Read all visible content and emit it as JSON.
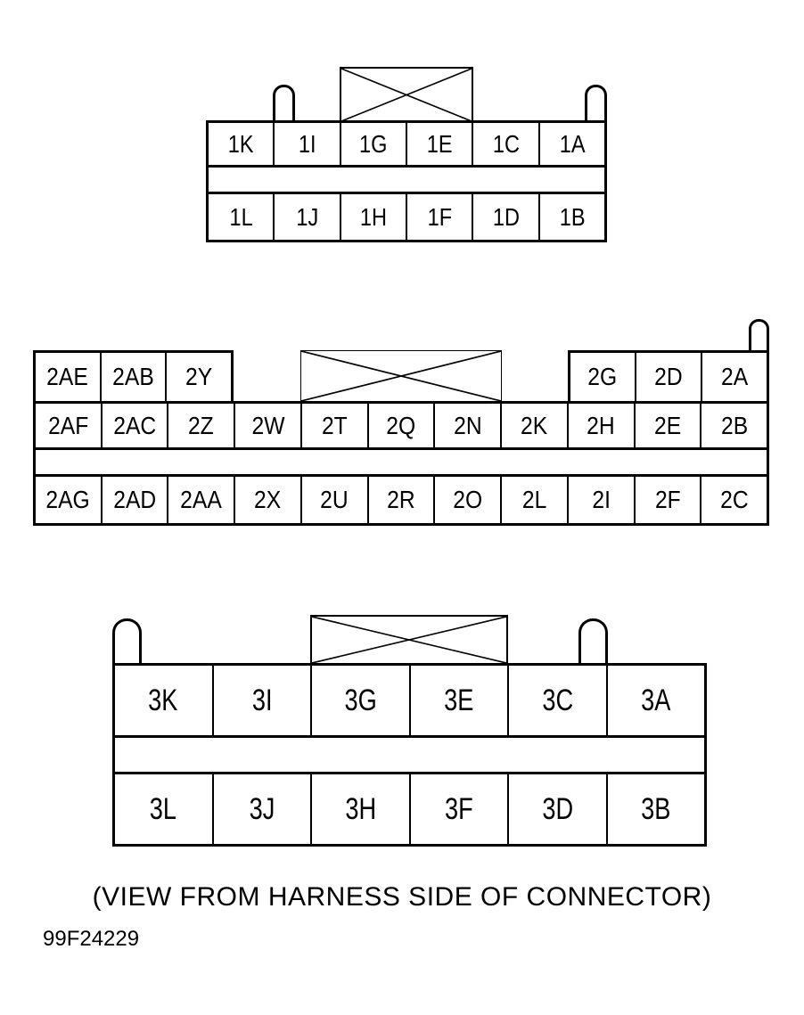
{
  "page": {
    "caption": "(VIEW FROM HARNESS SIDE OF CONNECTOR)",
    "figure_code": "99F24229",
    "background_color": "#ffffff",
    "line_color": "#000000"
  },
  "connectors": [
    {
      "id": "connector-1",
      "top_row": [
        "1K",
        "1I",
        "1G",
        "1E",
        "1C",
        "1A"
      ],
      "bottom_row": [
        "1L",
        "1J",
        "1H",
        "1F",
        "1D",
        "1B"
      ],
      "keying_box_over": [
        "1G",
        "1E"
      ],
      "lock_tabs": 2
    },
    {
      "id": "connector-2",
      "row1_left": [
        "2AE",
        "2AB",
        "2Y"
      ],
      "row1_right": [
        "2G",
        "2D",
        "2A"
      ],
      "row2": [
        "2AF",
        "2AC",
        "2Z",
        "2W",
        "2T",
        "2Q",
        "2N",
        "2K",
        "2H",
        "2E",
        "2B"
      ],
      "row3": [
        "2AG",
        "2AD",
        "2AA",
        "2X",
        "2U",
        "2R",
        "2O",
        "2L",
        "2I",
        "2F",
        "2C"
      ],
      "keying_box_over": [
        "2T",
        "2Q",
        "2N"
      ],
      "lock_tabs": 1
    },
    {
      "id": "connector-3",
      "top_row": [
        "3K",
        "3I",
        "3G",
        "3E",
        "3C",
        "3A"
      ],
      "bottom_row": [
        "3L",
        "3J",
        "3H",
        "3F",
        "3D",
        "3B"
      ],
      "keying_box_over": [
        "3G",
        "3E"
      ],
      "lock_tabs": 2
    }
  ]
}
